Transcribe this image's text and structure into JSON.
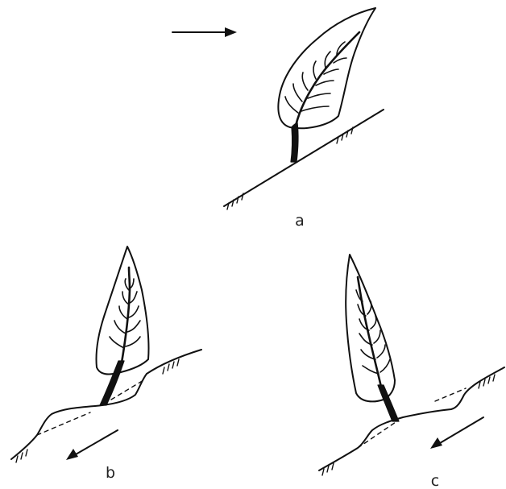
{
  "panels": [
    {
      "id": "a",
      "label": "a"
    },
    {
      "id": "b",
      "label": "b"
    },
    {
      "id": "c",
      "label": "c"
    }
  ],
  "colors": {
    "ink": "#111111",
    "background": "#ffffff"
  }
}
